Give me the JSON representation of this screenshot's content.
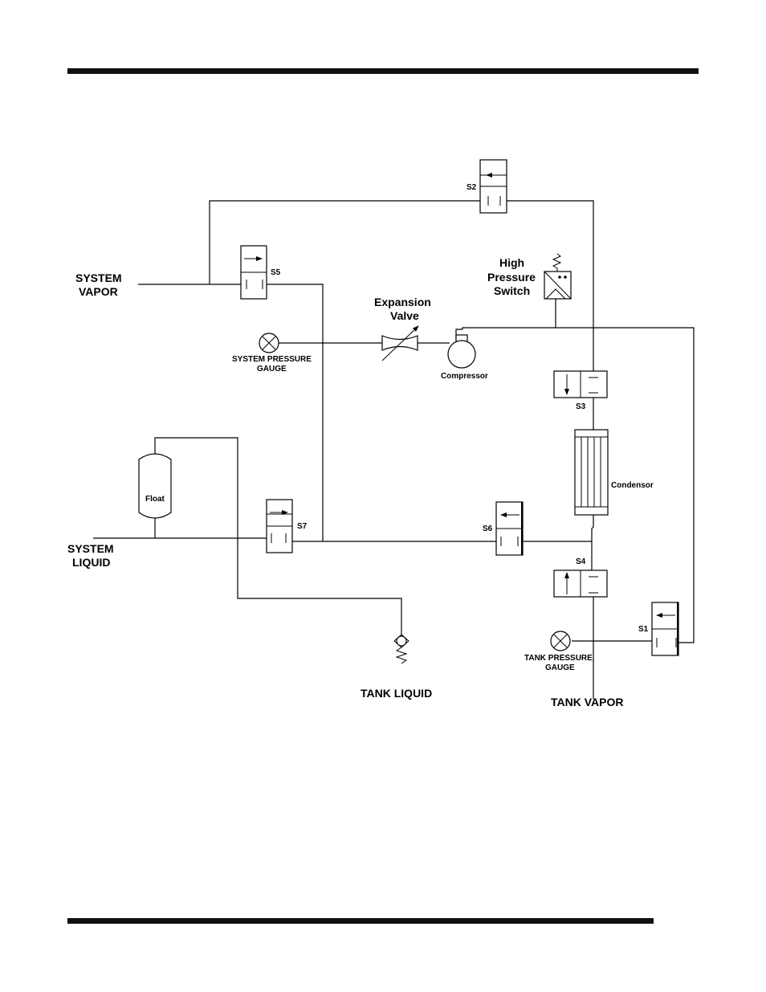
{
  "labels": {
    "system_vapor": [
      "SYSTEM",
      "VAPOR"
    ],
    "system_liquid": [
      "SYSTEM",
      "LIQUID"
    ],
    "tank_liquid": "TANK LIQUID",
    "tank_vapor": "TANK VAPOR",
    "expansion_valve": [
      "Expansion",
      "Valve"
    ],
    "high_pressure_switch": [
      "High",
      "Pressure",
      "Switch"
    ],
    "system_pressure_gauge": [
      "SYSTEM PRESSURE",
      "GAUGE"
    ],
    "tank_pressure_gauge": [
      "TANK PRESSURE",
      "GAUGE"
    ],
    "compressor": "Compressor",
    "condensor": "Condensor",
    "float": "Float"
  },
  "valves": {
    "s1": "S1",
    "s2": "S2",
    "s3": "S3",
    "s4": "S4",
    "s5": "S5",
    "s6": "S6",
    "s7": "S7"
  }
}
